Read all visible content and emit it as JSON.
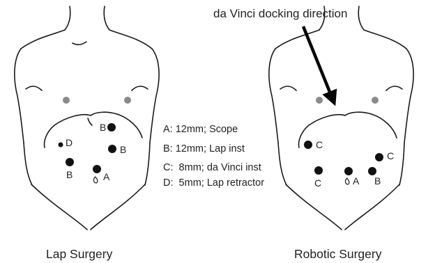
{
  "colors": {
    "port": "#111111",
    "nipple": "#8a8a8a",
    "outline": "#1a1a1a",
    "text": "#222222"
  },
  "lap": {
    "title": "Lap Surgery",
    "ports": {
      "B1": "B",
      "D": "D",
      "B2": "B",
      "B3": "B",
      "A": "A"
    }
  },
  "robotic": {
    "title": "Robotic Surgery",
    "arrow_label": "da Vinci docking direction",
    "ports": {
      "C1": "C",
      "C2": "C",
      "C3": "C",
      "A": "A",
      "B": "B"
    }
  },
  "legend": [
    "A: 12mm; Scope",
    "B: 12mm; Lap inst",
    "C:  8mm; da Vinci inst",
    "D:  5mm; Lap retractor"
  ],
  "icons": {
    "umbilicus": "umbilicus-icon",
    "arrow": "docking-arrow-icon"
  }
}
